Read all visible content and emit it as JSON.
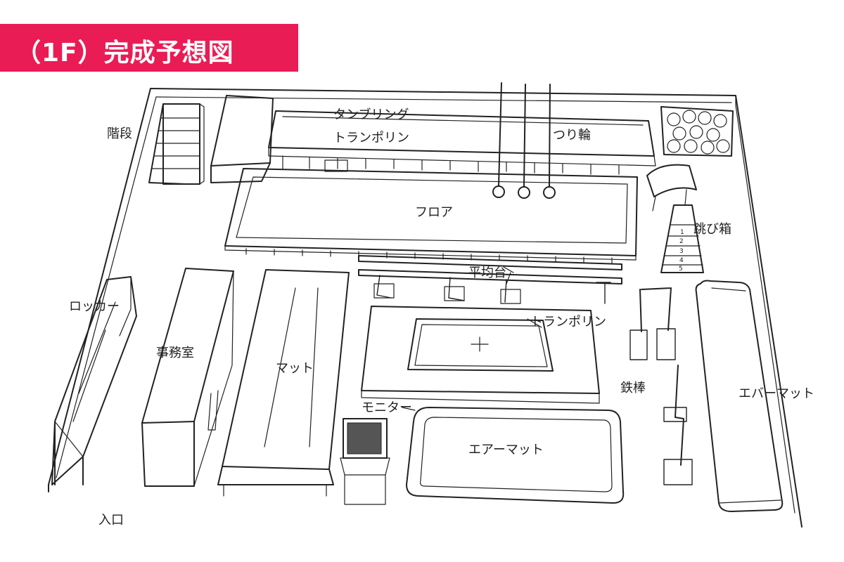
{
  "title": "（1F）完成予想図",
  "colors": {
    "banner": "#ea1c55",
    "banner_text": "#ffffff",
    "line": "#222222"
  },
  "labels": {
    "stairs": "階段",
    "tumbling": "タンブリング",
    "tramp_top": "トランポリン",
    "rings": "つり輪",
    "floor": "フロア",
    "vault_box": "跳び箱",
    "beam": "平均台",
    "locker": "ロッカー",
    "office": "事務室",
    "mat": "マット",
    "trampoline": "トランポリン",
    "monitor": "モニター",
    "air_mat": "エアーマット",
    "bar": "鉄棒",
    "ever_mat": "エバーマット",
    "entrance": "入口"
  },
  "vault_steps": [
    "1",
    "2",
    "3",
    "4",
    "5"
  ]
}
